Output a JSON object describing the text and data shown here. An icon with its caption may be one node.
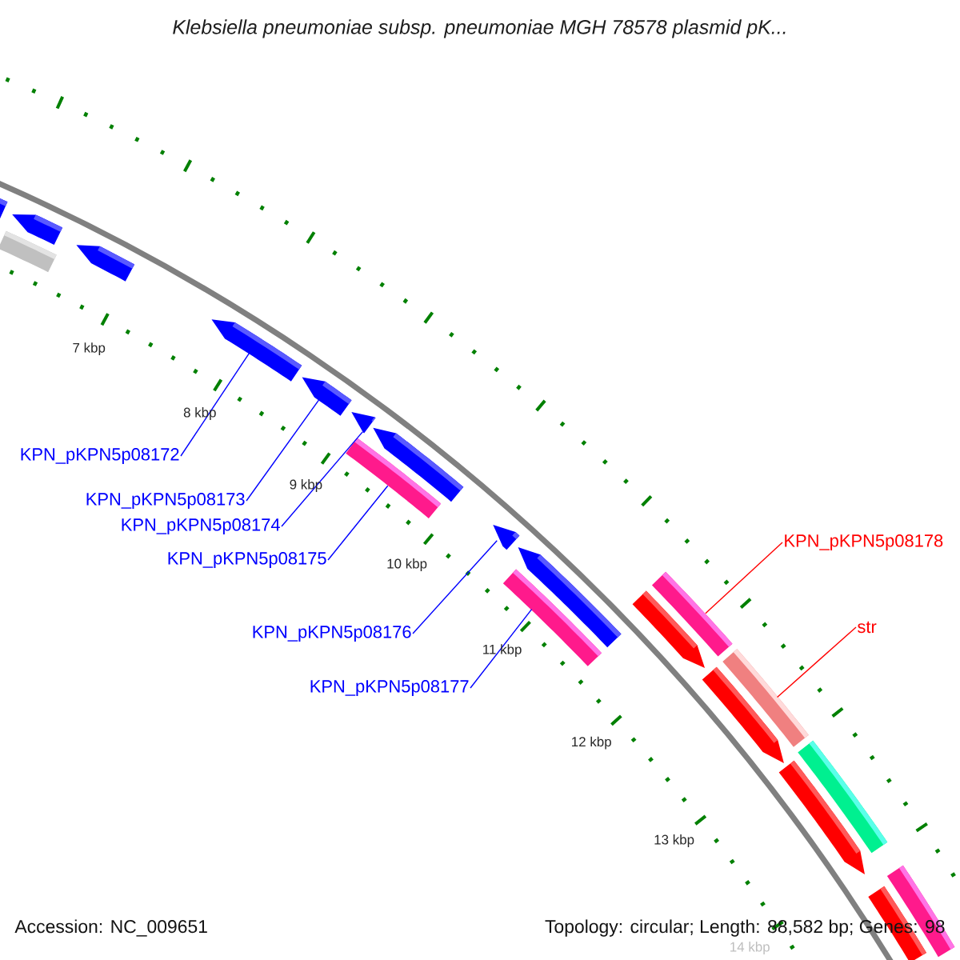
{
  "diagram": {
    "title": "Klebsiella pneumoniae subsp. pneumoniae MGH 78578 plasmid pK...",
    "nodes": [
      {
        "text": [
          "KPN_pKPN5p08172"
        ]
      },
      {
        "text": [
          "KPN_pKPN5p08173"
        ]
      },
      {
        "text": [
          "KPN_pKPN5p08174"
        ]
      },
      {
        "text": [
          "KPN_pKPN5p08175"
        ]
      },
      {
        "text": [
          "KPN_pKPN5p08176"
        ]
      },
      {
        "text": [
          "KPN_pKPN5p08177"
        ]
      },
      {
        "text": [
          "KPN_pKPN5p08178"
        ]
      },
      {
        "text": [
          "str"
        ]
      },
      {
        "text": [],
        "shape": "arrow"
      },
      {
        "text": [],
        "shape": "bar"
      },
      {
        "text": [],
        "shape": "arrow"
      },
      {
        "text": [],
        "shape": "arrow"
      },
      {
        "text": [],
        "shape": "arrow"
      },
      {
        "text": [],
        "shape": "arrow"
      },
      {
        "text": [],
        "shape": "arrow"
      },
      {
        "text": [],
        "shape": "bar"
      },
      {
        "text": [],
        "shape": "arrow"
      },
      {
        "text": [],
        "shape": "arrow"
      },
      {
        "text": [],
        "shape": "arrow"
      },
      {
        "text": [],
        "shape": "bar"
      },
      {
        "text": [],
        "shape": "arrow"
      },
      {
        "text": [],
        "shape": "bar"
      },
      {
        "text": [],
        "shape": "arrow"
      },
      {
        "text": [],
        "shape": "bar"
      },
      {
        "text": [],
        "shape": "arrow"
      },
      {
        "text": [],
        "shape": "bar"
      },
      {
        "text": [],
        "shape": "bar"
      },
      {
        "text": [],
        "shape": "bar"
      }
    ],
    "edges": [
      {
        "from": 0,
        "to": 12,
        "arrow": "none"
      },
      {
        "from": 1,
        "to": 13,
        "arrow": "none"
      },
      {
        "from": 2,
        "to": 14,
        "arrow": "none"
      },
      {
        "from": 3,
        "to": 15,
        "arrow": "none"
      },
      {
        "from": 4,
        "to": 17,
        "arrow": "none"
      },
      {
        "from": 5,
        "to": 19,
        "arrow": "none"
      },
      {
        "from": 6,
        "to": 21,
        "arrow": "none",
        "color": "#ff0000"
      },
      {
        "from": 7,
        "to": 23,
        "arrow": "none",
        "color": "#ff0000"
      }
    ],
    "labels": [
      "7 kbp",
      "8 kbp",
      "9 kbp",
      "10 kbp",
      "11 kbp",
      "12 kbp",
      "13 kbp",
      "14 kbp",
      "Accession: NC_009651",
      "Topology: circular; Length: 88,582 bp; Genes: 98"
    ]
  }
}
